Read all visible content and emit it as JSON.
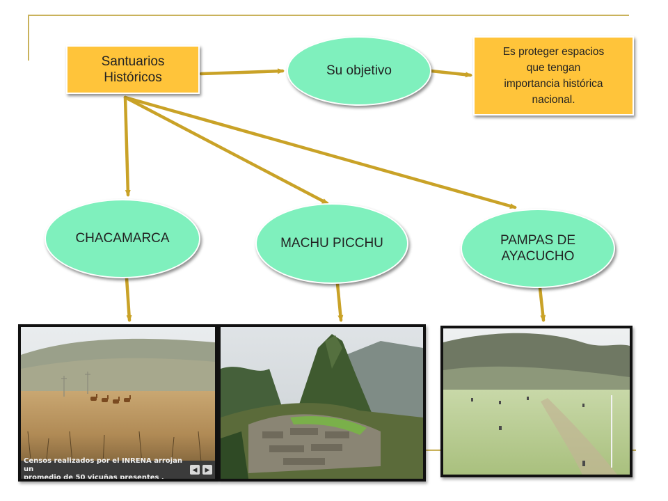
{
  "diagram": {
    "root": {
      "line1": "Santuarios",
      "line2": "Históricos"
    },
    "objective": "Su objetivo",
    "definition": {
      "line1": "Es proteger espacios",
      "line2": "que tengan",
      "line3": "importancia histórica",
      "line4": "nacional."
    },
    "sanctuaries": [
      {
        "line1": "CHACAMARCA"
      },
      {
        "line1": "MACHU PICCHU"
      },
      {
        "line1": "PAMPAS DE",
        "line2": "AYACUCHO"
      }
    ]
  },
  "photos": {
    "chacamarca_caption": {
      "line1": "Censos realizados por el INRENA arrojan un",
      "line2": "promedio de 50 vicuñas presentes ."
    },
    "nav_prev_icon": "◀",
    "nav_next_icon": "▶"
  },
  "colors": {
    "box_fill": "#ffc43a",
    "ellipse_fill": "#7ff0bd",
    "arrow": "#c9a227",
    "frame_line": "#c9b25b"
  }
}
